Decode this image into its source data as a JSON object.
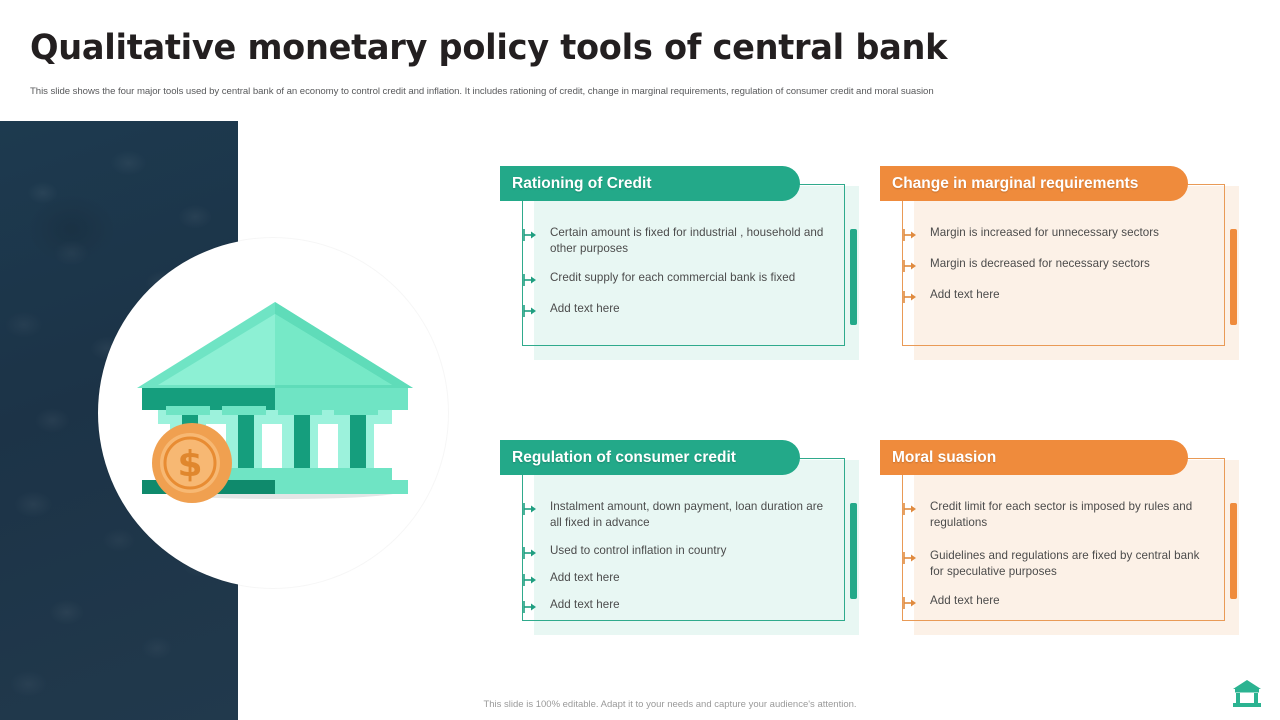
{
  "header": {
    "title": "Qualitative monetary policy tools of central bank",
    "subtitle": "This slide shows the four major tools used by central bank of an economy to control credit and inflation. It includes rationing of credit, change in marginal requirements, regulation of consumer credit and moral suasion"
  },
  "colors": {
    "teal": "#23a989",
    "orange": "#ef8b3c",
    "teal_tint": "#e8f7f3",
    "orange_tint": "#fcf1e7",
    "panel_navy": "#1d3a4f",
    "title_text": "#231f20",
    "body_text": "#4b4b4b"
  },
  "illustration": {
    "name": "bank-building-with-dollar-coin",
    "circle_name": "white-circle-backdrop",
    "panel_name": "coins-texture-panel"
  },
  "cards": [
    {
      "id": "rationing-of-credit",
      "title": "Rationing of Credit",
      "accent": "teal",
      "bullets": [
        "Certain amount is fixed for industrial , household and other purposes",
        "Credit supply for each commercial bank is fixed",
        "Add text here"
      ]
    },
    {
      "id": "change-in-marginal-requirements",
      "title": "Change in marginal requirements",
      "accent": "orange",
      "bullets": [
        "Margin is increased for unnecessary sectors",
        "Margin is decreased for necessary sectors",
        "Add text here"
      ]
    },
    {
      "id": "regulation-of-consumer-credit",
      "title": "Regulation of consumer credit",
      "accent": "teal",
      "bullets": [
        "Instalment amount, down payment, loan duration are all fixed in advance",
        "Used to control inflation in country",
        "Add text here",
        "Add text here"
      ]
    },
    {
      "id": "moral-suasion",
      "title": "Moral suasion",
      "accent": "orange",
      "bullets": [
        "Credit limit for each sector is imposed by rules and regulations",
        "Guidelines and regulations are fixed by central bank for speculative purposes",
        "Add text here"
      ]
    }
  ],
  "footer": {
    "note": "This slide is 100% editable. Adapt it to your needs and capture your audience's attention.",
    "logo_name": "bank-logo-icon"
  }
}
